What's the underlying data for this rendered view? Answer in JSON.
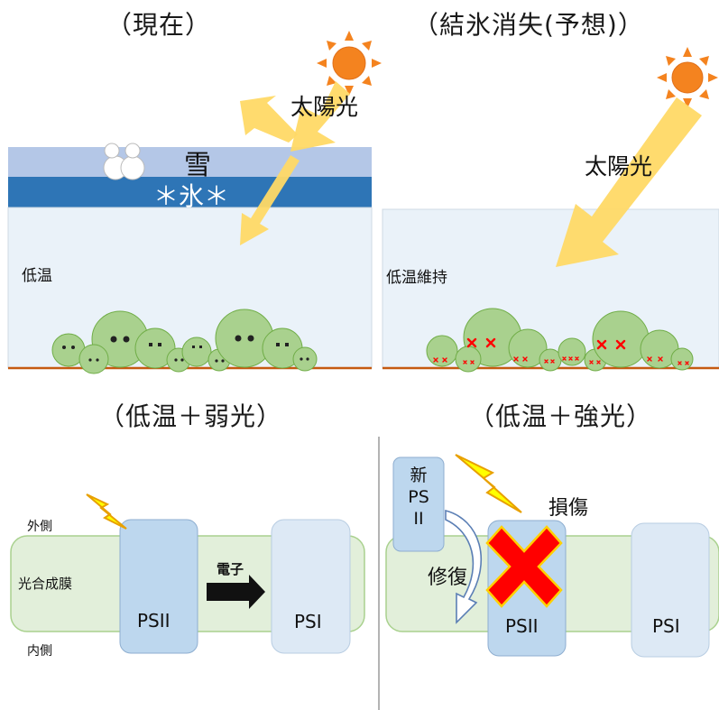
{
  "panels": {
    "current": {
      "title": "（現在）",
      "snow_label": "雪",
      "ice_label": "＊氷＊",
      "sunlight_label": "太陽光",
      "water_label": "低温"
    },
    "future": {
      "title": "（結氷消失(予想)）",
      "sunlight_label": "太陽光",
      "water_label": "低温維持"
    },
    "weak_light": {
      "title": "（低温＋弱光）",
      "outer_label": "外側",
      "membrane_label": "光合成膜",
      "inner_label": "内側",
      "psii_label": "PSII",
      "psi_label": "PSI",
      "electron_label": "電子"
    },
    "strong_light": {
      "title": "（低温＋強光）",
      "new_psii_label": "新\nPS\nII",
      "damage_label": "損傷",
      "repair_label": "修復",
      "psii_label": "PSII",
      "psi_label": "PSI"
    }
  },
  "colors": {
    "snow": "#b4c7e7",
    "ice": "#2e75b6",
    "water": "#eaf2f9",
    "algae": "#a9d18e",
    "algae_stroke": "#70ad47",
    "seafloor": "#c55a11",
    "sun": "#f4831f",
    "sun_ray": "#ffd966",
    "membrane": "#e2efda",
    "psii": "#bdd7ee",
    "psi": "#dde9f5",
    "damage": "#ff0000",
    "lightning": "#ffff00"
  }
}
